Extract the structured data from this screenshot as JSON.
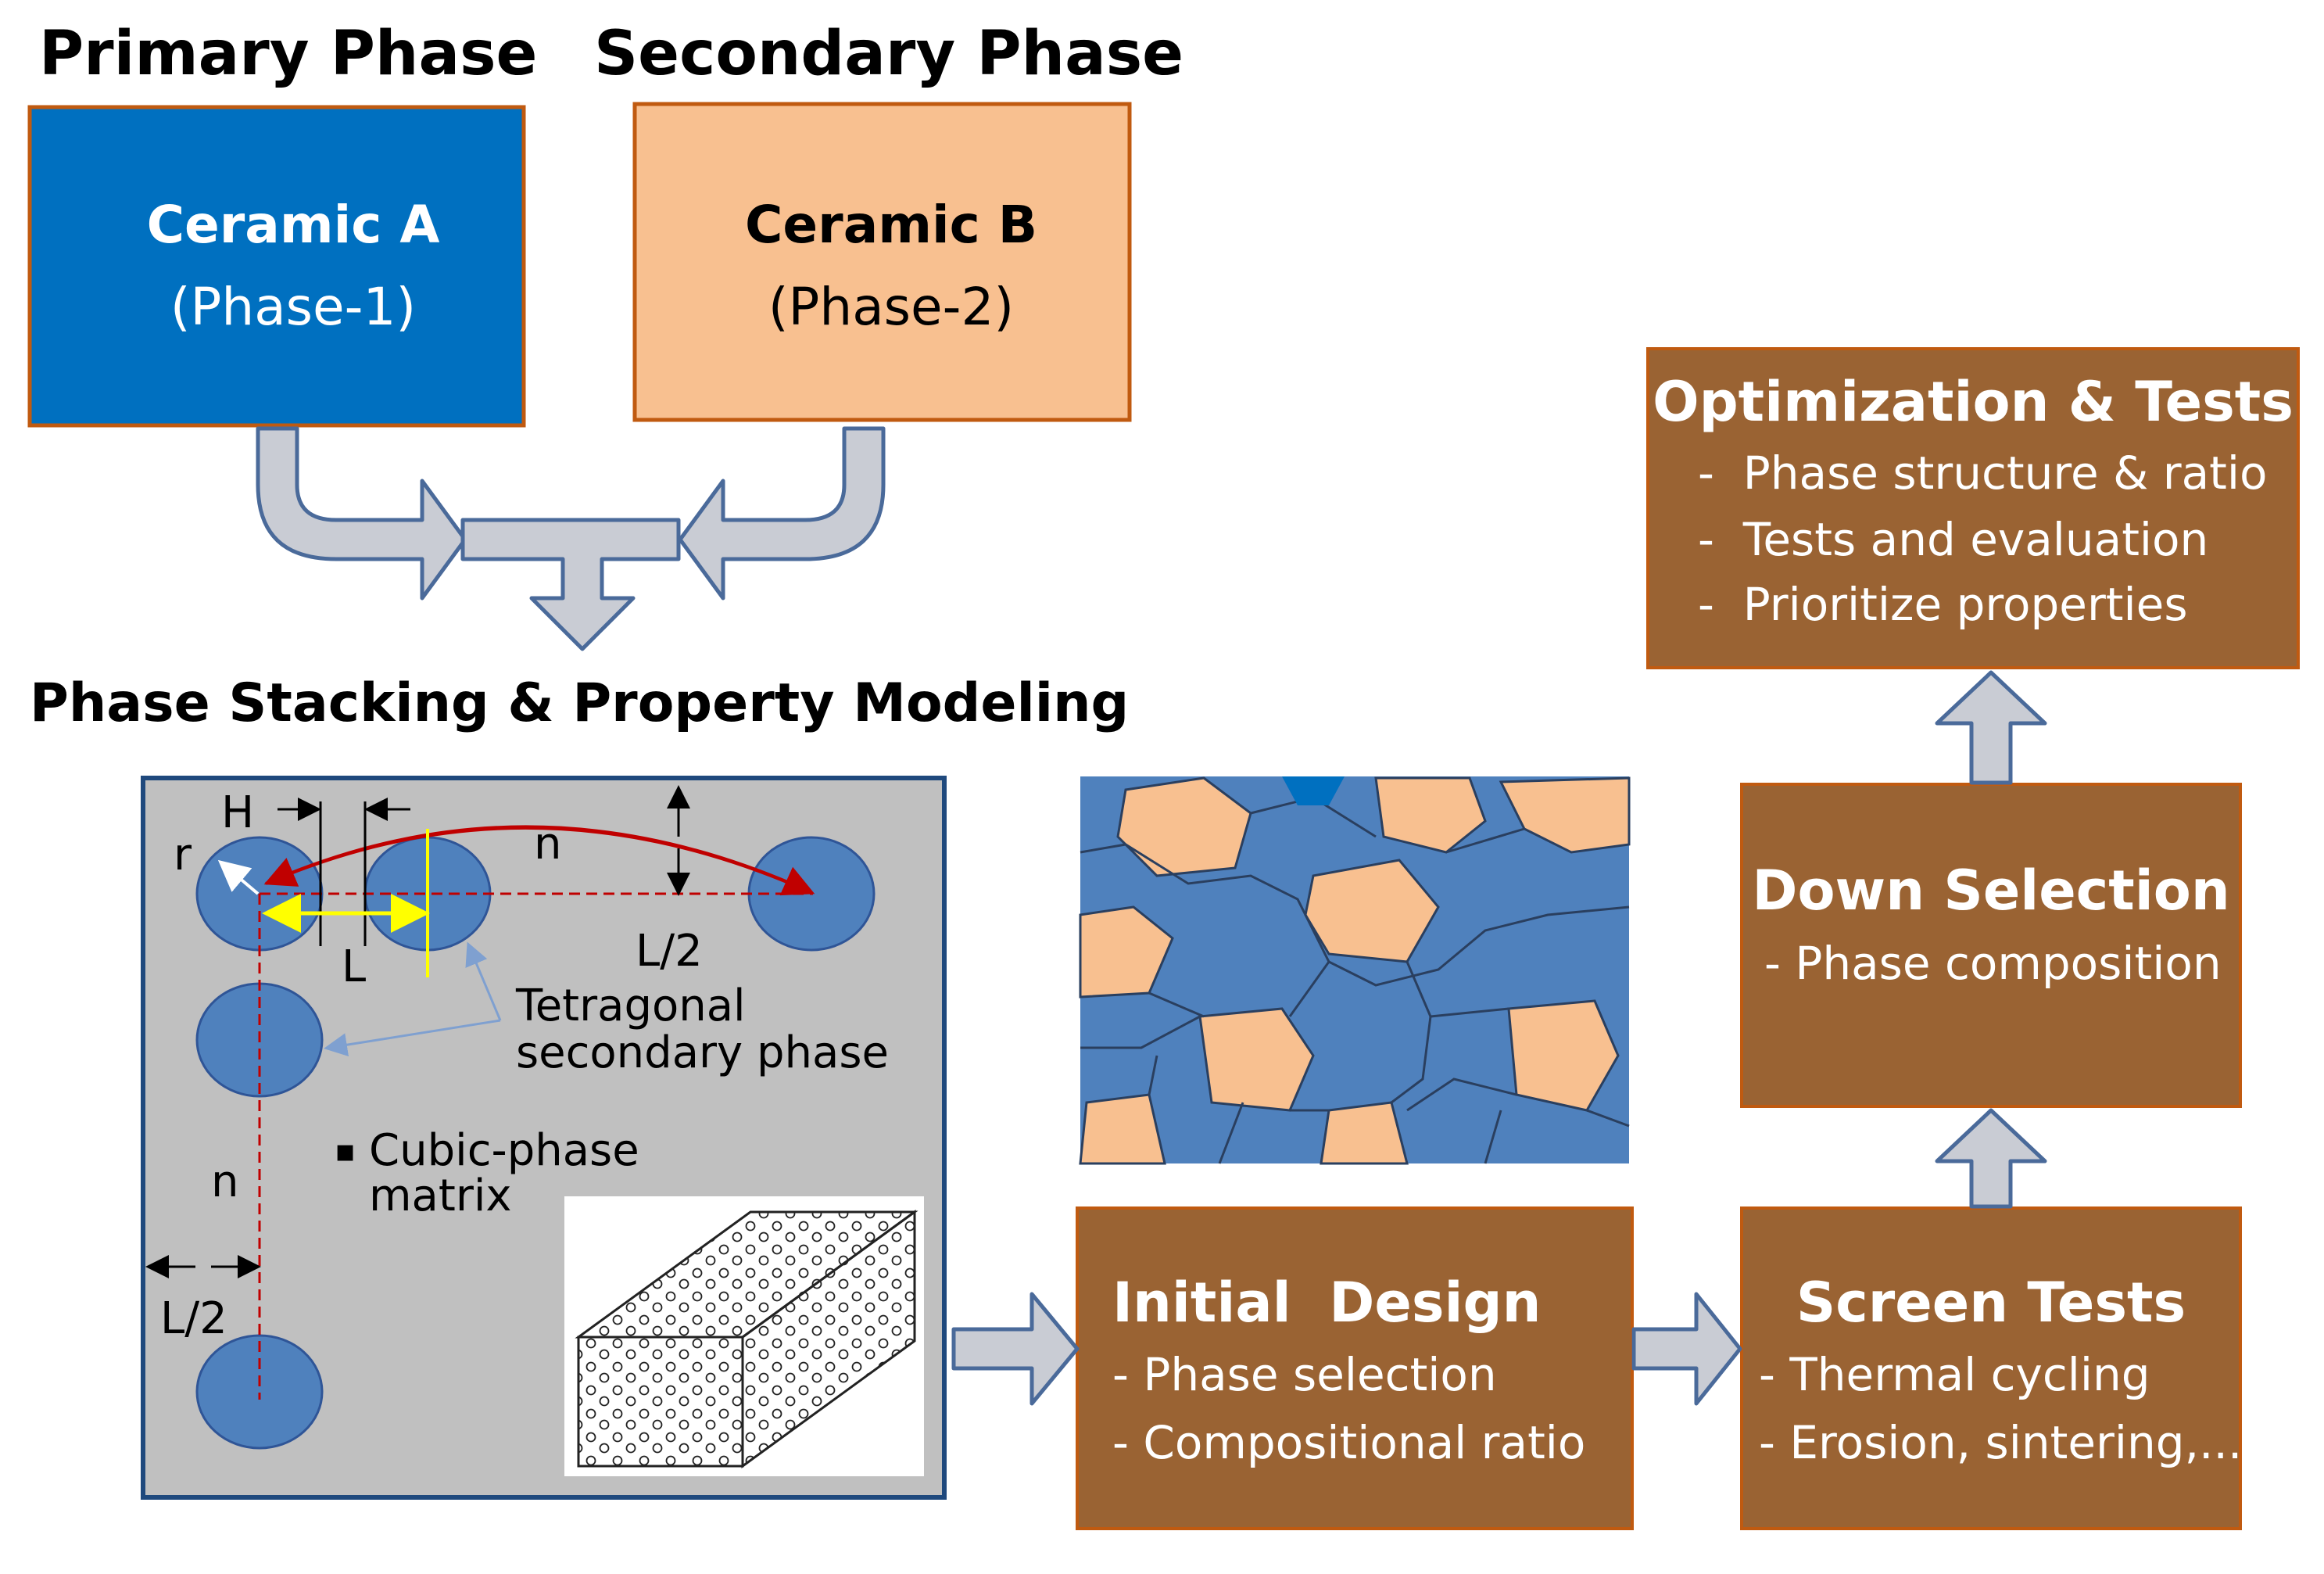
{
  "titles": {
    "primary": "Primary Phase",
    "secondary": "Secondary Phase",
    "modeling": "Phase Stacking & Property Modeling"
  },
  "ceramic_a": {
    "name": "Ceramic A",
    "phase": "(Phase-1)"
  },
  "ceramic_b": {
    "name": "Ceramic B",
    "phase": "(Phase-2)"
  },
  "model_labels": {
    "H": "H",
    "r": "r",
    "n_top": "n",
    "L": "L",
    "L2_right": "L/2",
    "tetragonal_1": "Tetragonal",
    "tetragonal_2": "secondary phase",
    "cubic_bullet": "▪",
    "cubic_1": "Cubic-phase",
    "cubic_2": "matrix",
    "n_left": "n",
    "L2_left": "L/2"
  },
  "initial_design": {
    "title": "Initial  Design",
    "items": [
      "- Phase selection",
      "- Compositional ratio"
    ]
  },
  "screen_tests": {
    "title": "Screen Tests",
    "items": [
      "- Thermal cycling",
      "- Erosion, sintering,..."
    ]
  },
  "down_selection": {
    "title": "Down Selection",
    "items": [
      "- Phase composition"
    ]
  },
  "optimization": {
    "title": "Optimization & Tests",
    "items": [
      "-  Phase structure & ratio",
      "-  Tests and evaluation",
      "-  Prioritize properties"
    ]
  },
  "colors": {
    "ceramic_a": "#0070C0",
    "ceramic_b": "#F8C090",
    "brown": "#9A6333",
    "box_border": "#C05A10",
    "model_bg": "#C0C0C0",
    "model_border": "#1F497D",
    "inclusion": "#4F81BD",
    "arrow_fill": "#C9CCD4",
    "arrow_stroke": "#4A6A9A",
    "red": "#C00000",
    "yellow": "#FFFF00"
  }
}
